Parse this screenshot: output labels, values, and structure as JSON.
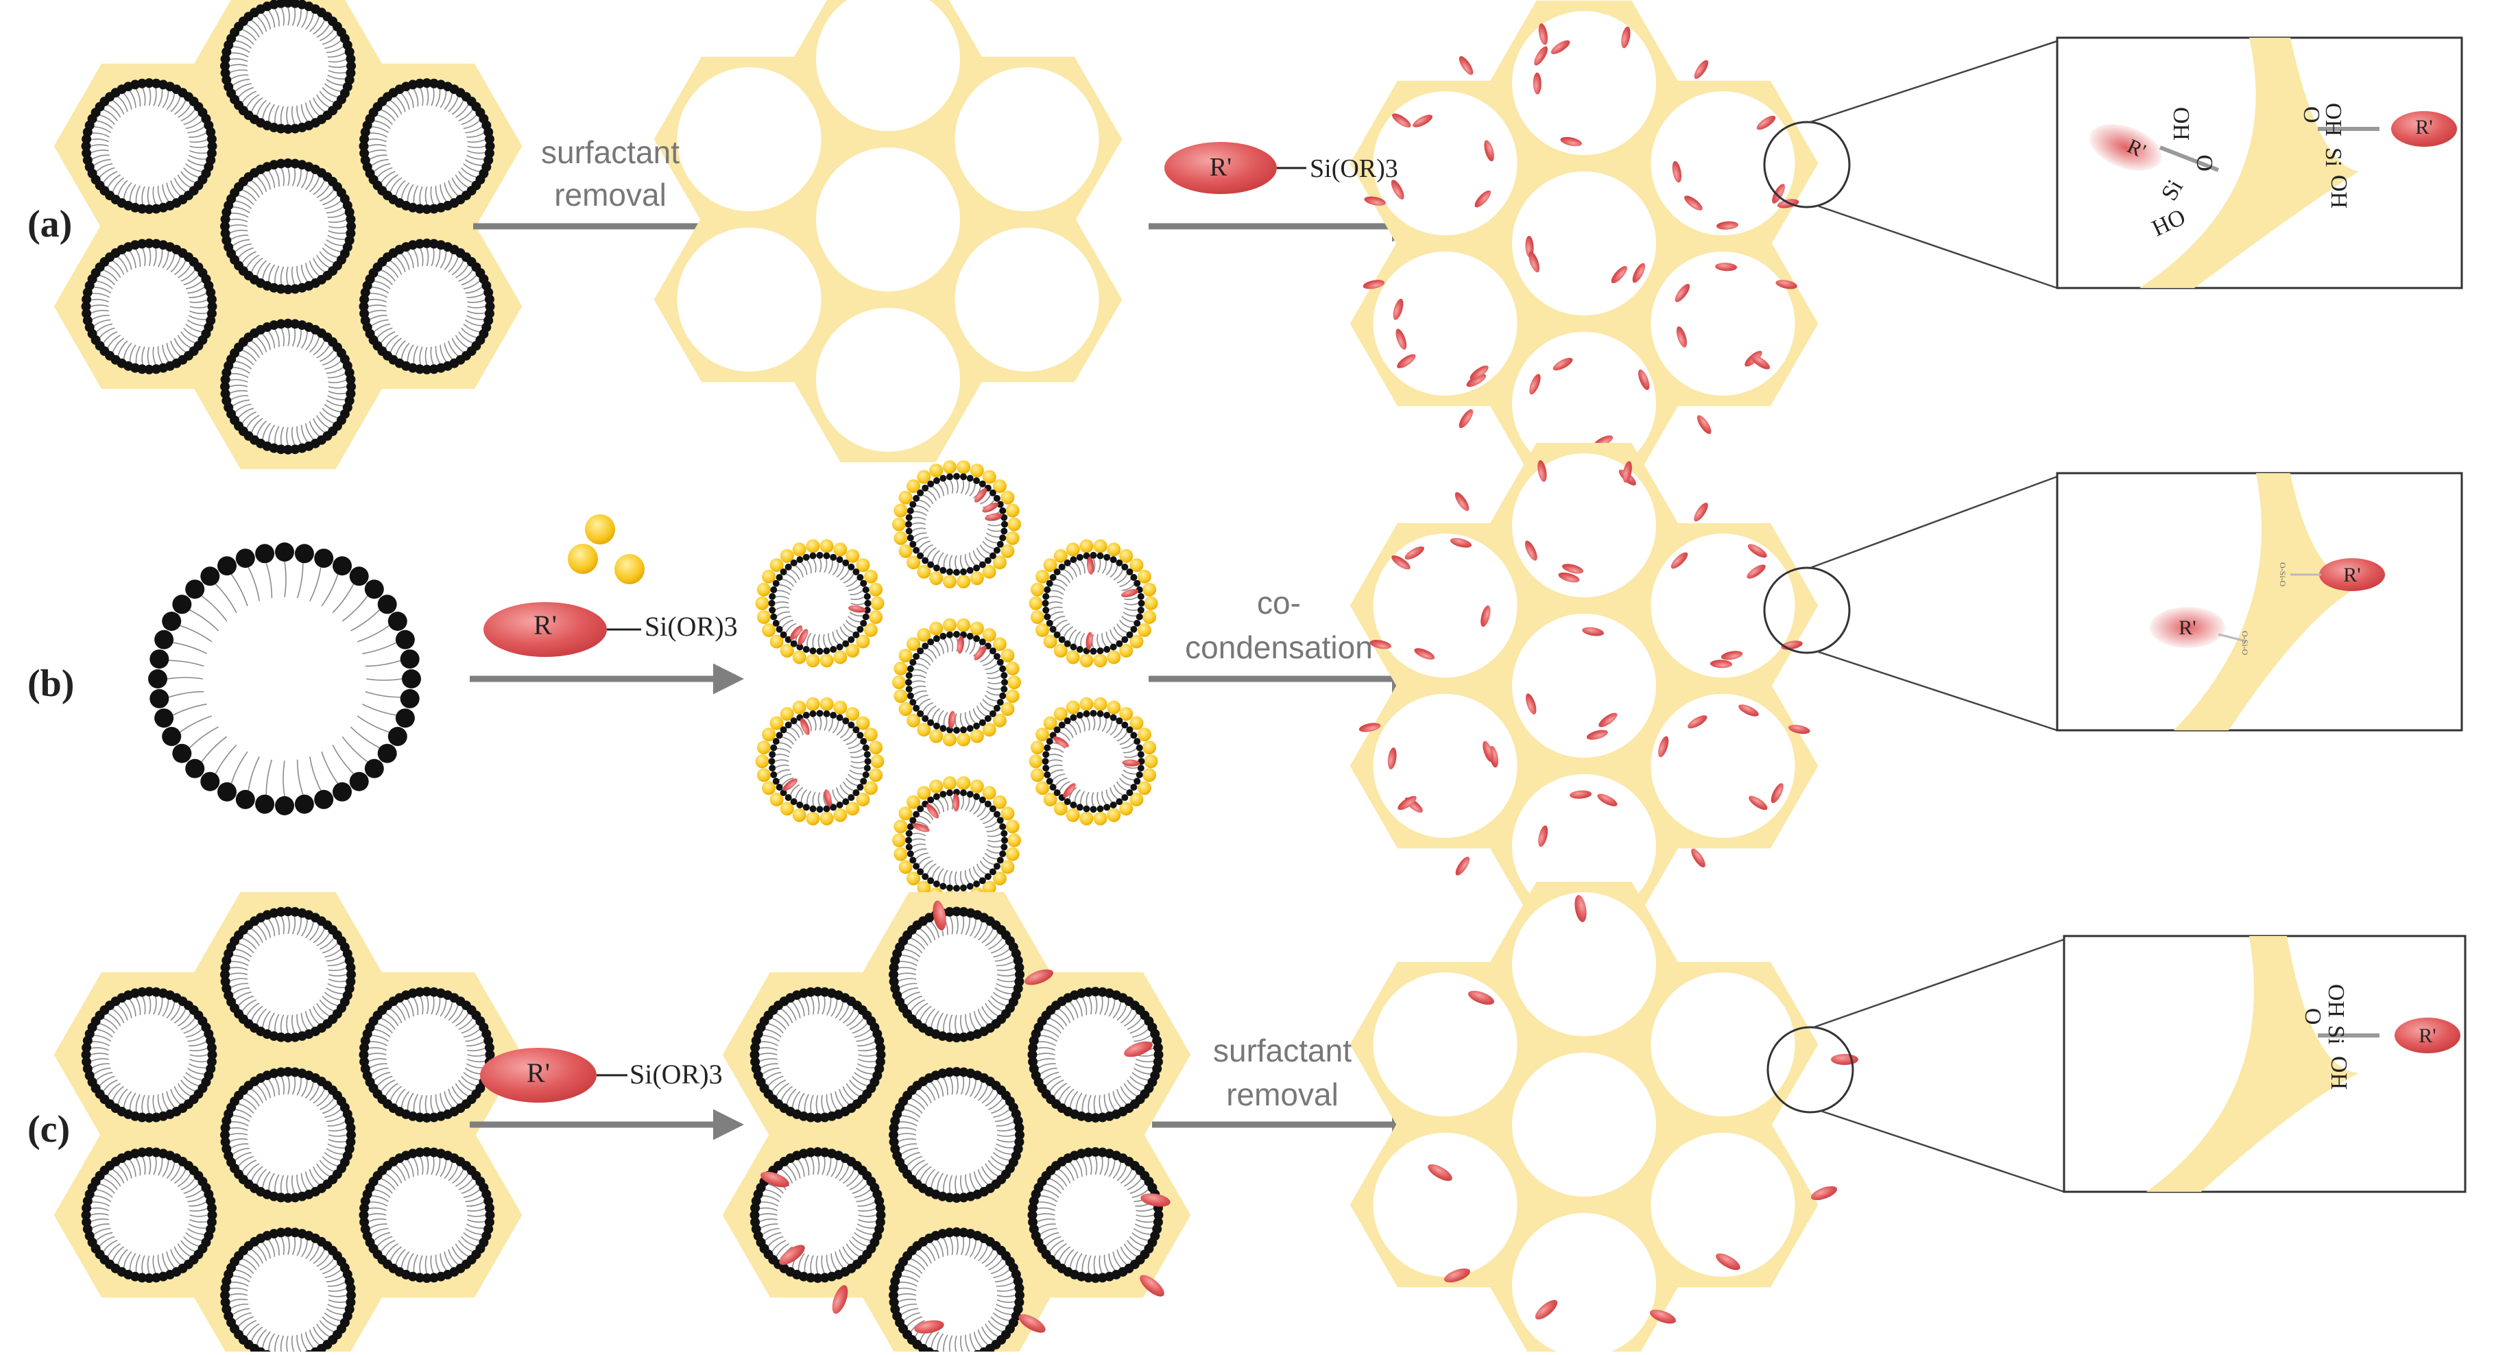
{
  "colors": {
    "silica": "#fbe7a6",
    "silica_stroke": "#f2d98c",
    "pore": "#ffffff",
    "head": "#111111",
    "tail": "#8a8a8a",
    "arrow": "#7f7f7f",
    "rgroup": "#e0595b",
    "rgroup_light": "#f1a1a1",
    "precursor": "#f4b400",
    "precursor_light": "#fbd34a",
    "box_stroke": "#333333"
  },
  "rows": {
    "a": {
      "label": "(a)",
      "arrow1": [
        "surfactant",
        "removal"
      ],
      "reagent_r": "R'",
      "reagent_si": "Si(OR)3"
    },
    "b": {
      "label": "(b)",
      "reagent_r": "R'",
      "reagent_si": "Si(OR)3",
      "arrow2": [
        "co-",
        "condensation"
      ]
    },
    "c": {
      "label": "(c)",
      "reagent_r": "R'",
      "reagent_si": "Si(OR)3",
      "arrow2": [
        "surfactant",
        "removal"
      ]
    }
  },
  "zoom": {
    "a": {
      "oh1": "OH",
      "si1": "Si",
      "o1": "O",
      "oh1b": "OH",
      "r1": "R'",
      "r2": "R'",
      "ho1": "HO",
      "o2": "O",
      "si2": "Si",
      "ho2": "HO"
    },
    "b": {
      "r1": "R'",
      "r2": "R'",
      "si1": "O-Si-O",
      "si2": "O-Si-O"
    },
    "c": {
      "oh1": "OH",
      "o1": "O",
      "si1": "Si",
      "oh2": "OH",
      "r1": "R'"
    }
  },
  "icons": [
    "surfactant-micelle",
    "silica-hexagon",
    "organosilane",
    "magnifier-circle",
    "arrow-right"
  ]
}
